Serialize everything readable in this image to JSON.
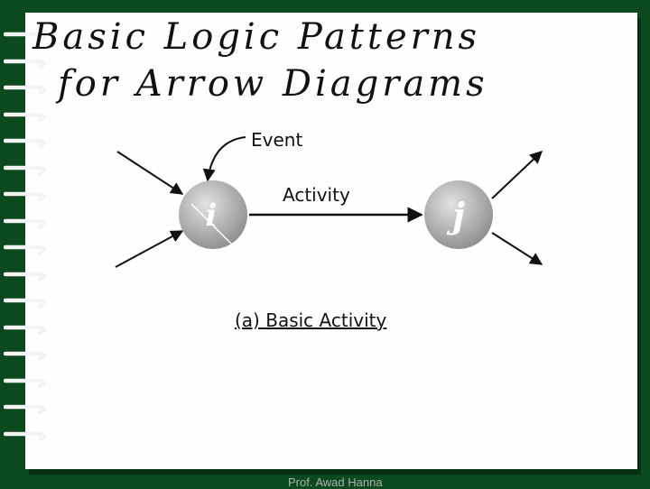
{
  "slide": {
    "title_line1": "Basic Logic Patterns",
    "title_line2": "for Arrow Diagrams",
    "footer": "Prof. Awad Hanna",
    "colors": {
      "background": "#0b4a1e",
      "page": "#fefefe",
      "ring": "#f4f4f4"
    }
  },
  "diagram": {
    "event_label": "Event",
    "activity_label": "Activity",
    "node_i": "i",
    "node_j": "j",
    "caption": "(a) Basic Activity"
  }
}
